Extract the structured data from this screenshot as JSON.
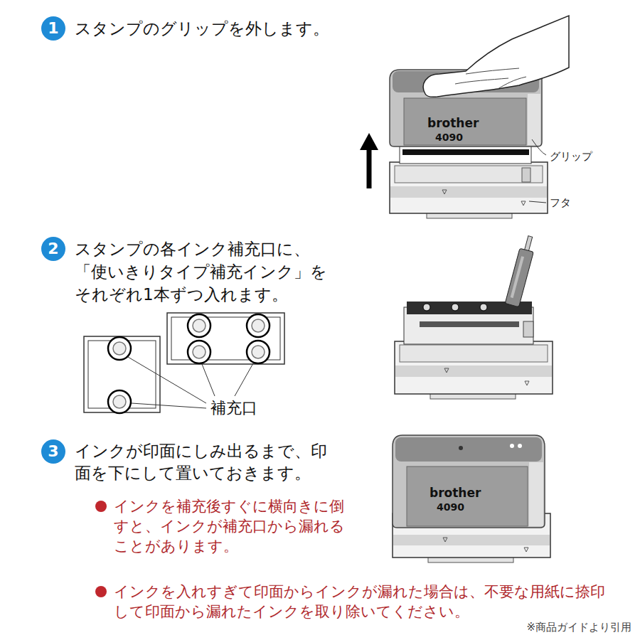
{
  "diagram": {
    "nodes": [
      {
        "text": [
          "1"
        ]
      },
      {
        "text": [
          "2"
        ]
      },
      {
        "text": [
          "3"
        ]
      }
    ],
    "labels": [
      "スタンプのグリップを外します。",
      "brother",
      "4090",
      "グリップ",
      "フタ",
      "スタンプの各インク補充口に、「使いきりタイプ補充インク」をそれぞれ1本ずつ入れます。",
      "補充口",
      "インクが印面にしみ出るまで、印面を下にして置いておきます。",
      "brother",
      "4090",
      "インクを補充後すぐに横向きに倒すと、インクが補充口から漏れることがあります。",
      "インクを入れすぎて印面からインクが漏れた場合は、不要な用紙に捺印して印面から漏れたインクを取り除いてください。",
      "※商品ガイドより引用"
    ]
  }
}
